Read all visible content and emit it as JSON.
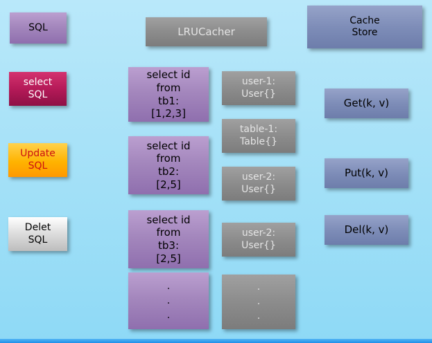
{
  "colors": {
    "background": "#a2e0f7",
    "purple": "#a487bd",
    "gray": "#8c8c8c",
    "slate": "#7e8db8",
    "magenta": "#b51a58",
    "orange": "#ffb300",
    "lightgray": "#dcdcdc",
    "bottom_bar": "#1f8fe8"
  },
  "nodes": {
    "sql": {
      "label": "SQL"
    },
    "lru_cacher": {
      "label": "LRUCacher"
    },
    "cache_store": {
      "label": "Cache\nStore"
    },
    "select_sql": {
      "label": "select\nSQL"
    },
    "update_sql": {
      "label": "Update\nSQL"
    },
    "delete_sql": {
      "label": "Delet\nSQL"
    },
    "query_1": {
      "label": "select id\nfrom\ntb1:\n[1,2,3]"
    },
    "query_2": {
      "label": "select id\nfrom\ntb2:\n[2,5]"
    },
    "query_3": {
      "label": "select id\nfrom\ntb3:\n[2,5]"
    },
    "query_more": {
      "label": ".\n.\n."
    },
    "object_1": {
      "label": "user-1:\nUser{}"
    },
    "object_2": {
      "label": "table-1:\nTable{}"
    },
    "object_3": {
      "label": "user-2:\nUser{}"
    },
    "object_4": {
      "label": "user-2:\nUser{}"
    },
    "object_more": {
      "label": ".\n.\n."
    },
    "op_get": {
      "label": "Get(k, v)"
    },
    "op_put": {
      "label": "Put(k, v)"
    },
    "op_del": {
      "label": "Del(k, v)"
    }
  }
}
